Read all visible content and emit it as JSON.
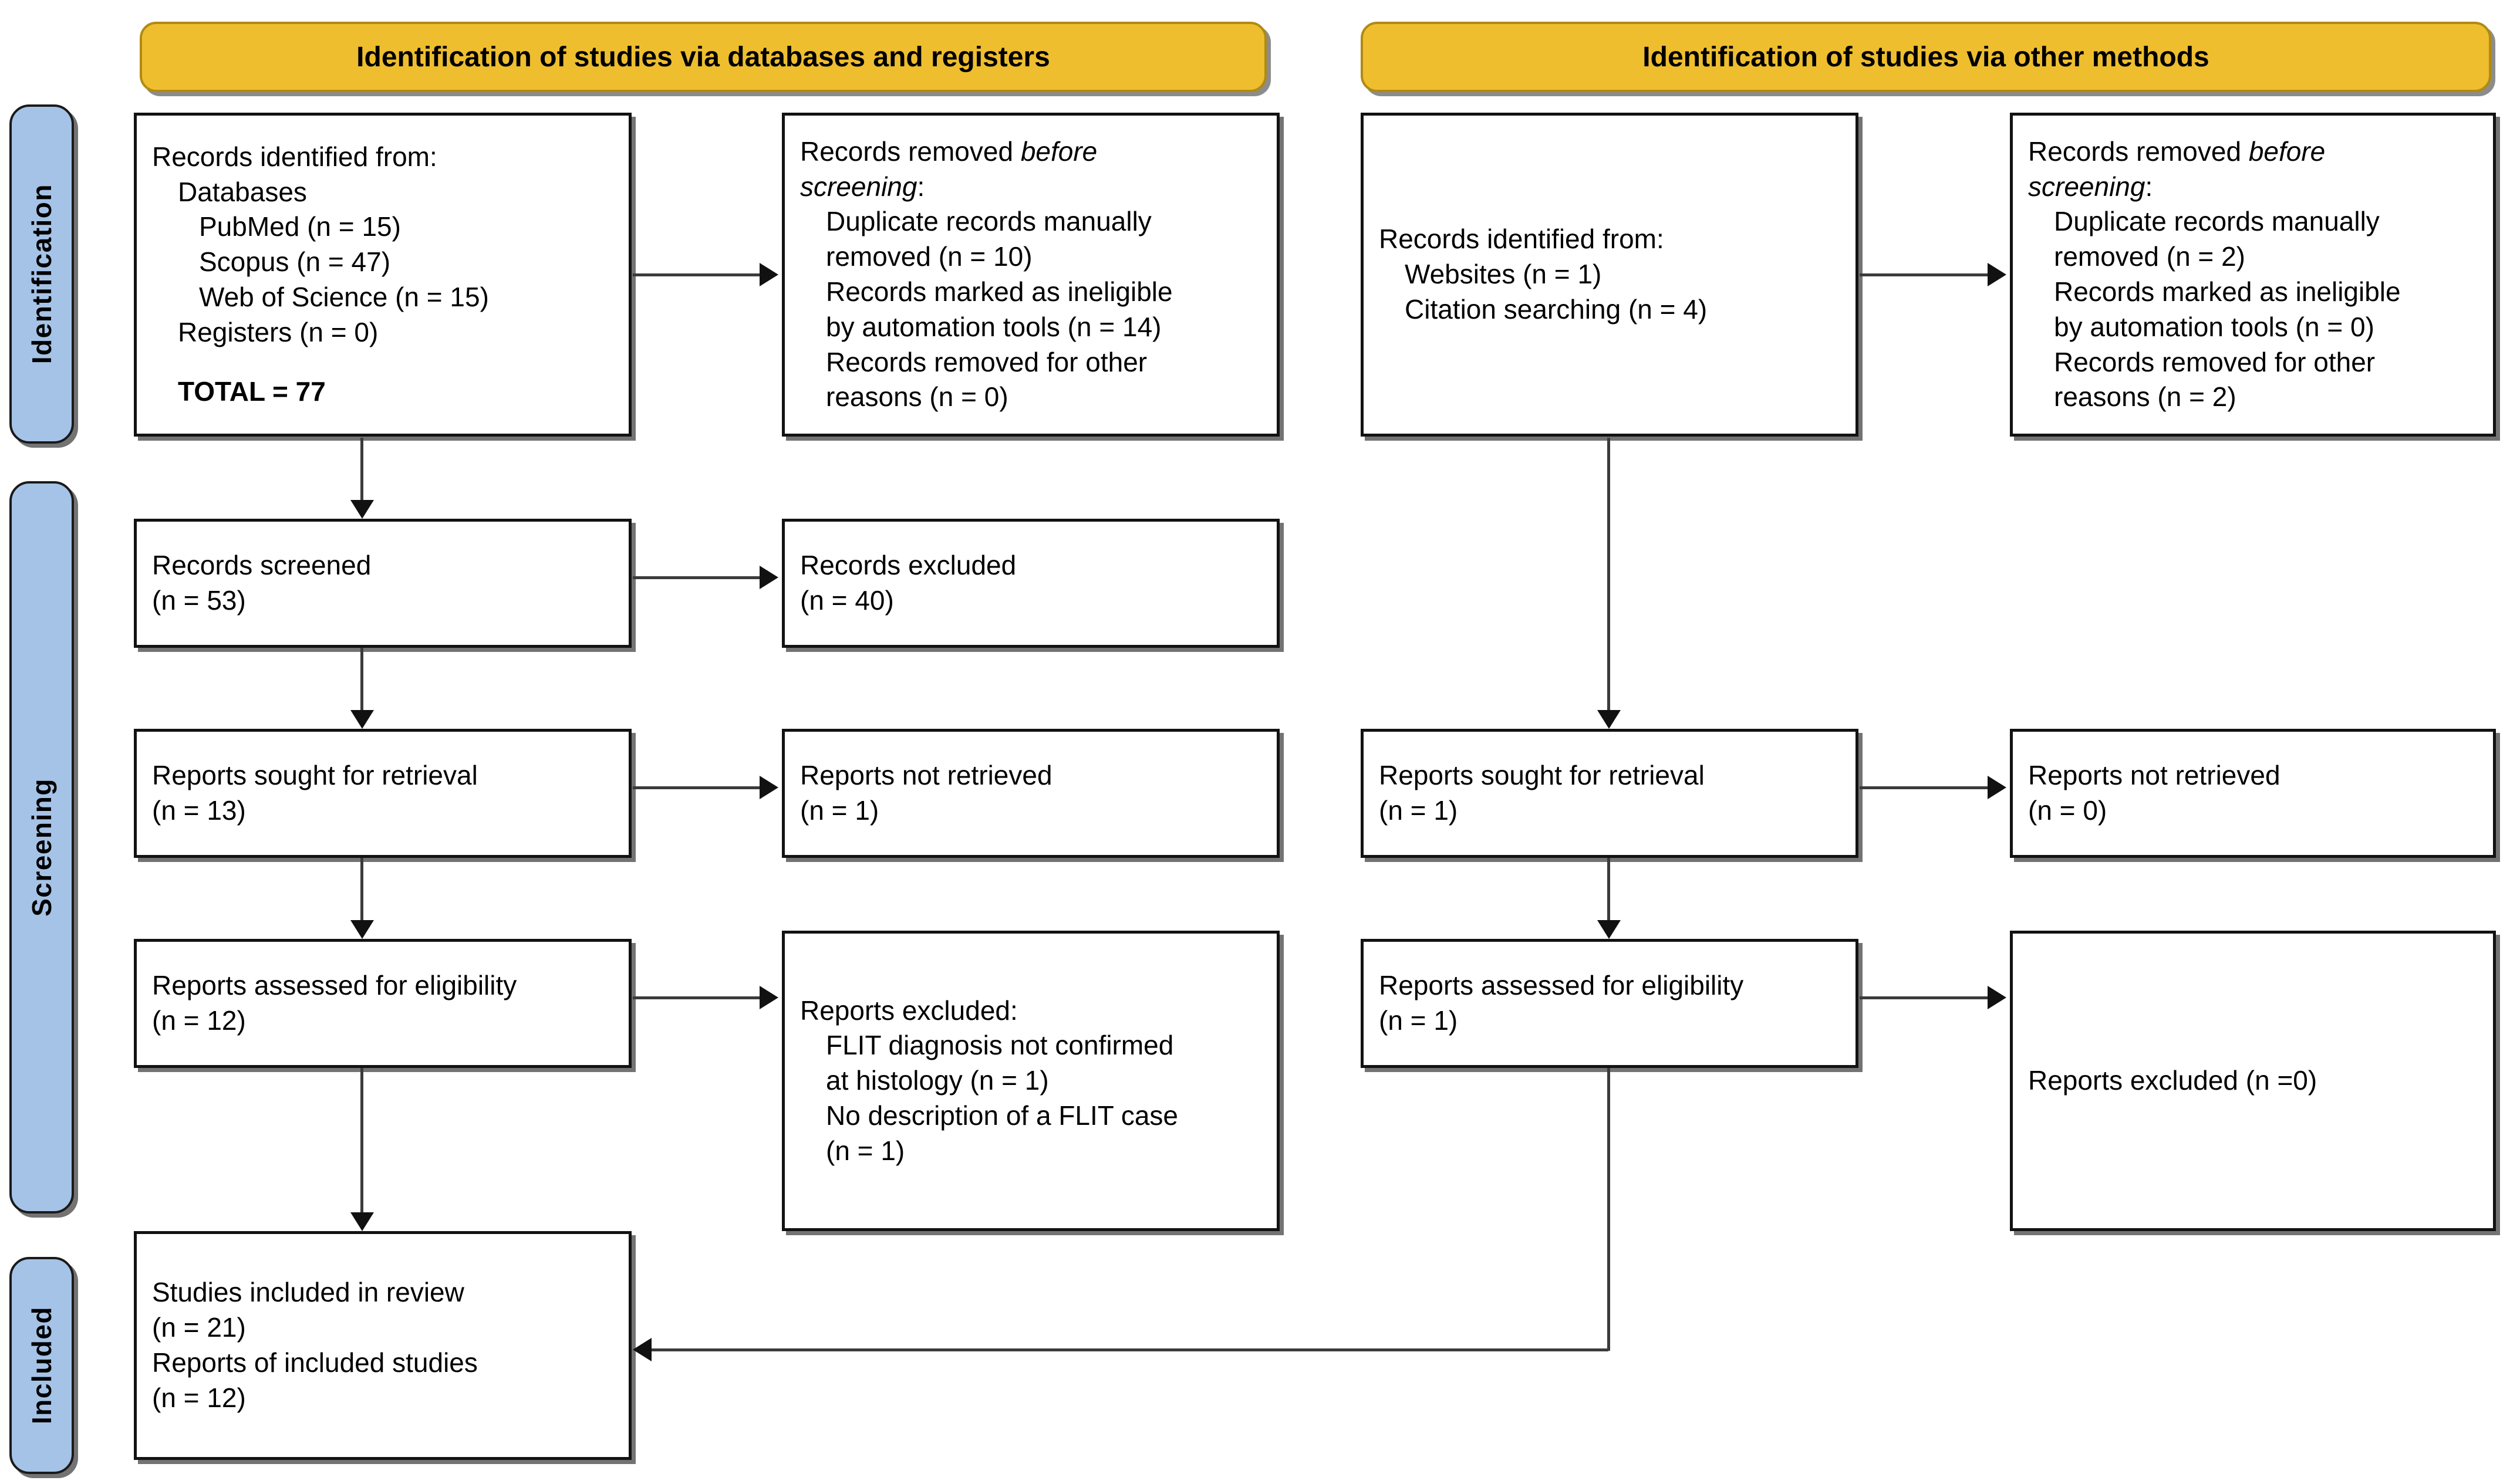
{
  "diagram": {
    "type": "PRISMA 2020 flow diagram",
    "accent_gold": "#EEBE2F",
    "accent_blue": "#A5C3E7",
    "border_color": "#121212"
  },
  "stages": [
    {
      "label": "Identification"
    },
    {
      "label": "Screening"
    },
    {
      "label": "Included"
    }
  ],
  "columns": [
    {
      "header": "Identification of studies via databases and registers"
    },
    {
      "header": "Identification of studies via other methods"
    }
  ],
  "boxes": {
    "db_identified": {
      "l1": "Records identified from:",
      "l2": "Databases",
      "l3": "PubMed (n = 15)",
      "l4": "Scopus (n = 47)",
      "l5": "Web of Science (n = 15)",
      "l6": "Registers (n = 0)",
      "l7": "TOTAL = 77"
    },
    "db_removed": {
      "l1a": "Records removed ",
      "l1b": "before",
      "l2a": "screening",
      "l2b": ":",
      "l3": "Duplicate records manually",
      "l4": "removed (n = 10)",
      "l5": "Records marked as ineligible",
      "l6": "by automation tools (n = 14)",
      "l7": "Records removed for other",
      "l8": "reasons (n = 0)"
    },
    "db_screened": {
      "l1": "Records screened",
      "l2": "(n = 53)"
    },
    "db_excluded": {
      "l1": "Records excluded",
      "l2": "(n = 40)"
    },
    "db_sought": {
      "l1": "Reports sought for retrieval",
      "l2": "(n = 13)"
    },
    "db_not_retrieved": {
      "l1": "Reports not retrieved",
      "l2": "(n = 1)"
    },
    "db_assessed": {
      "l1": "Reports assessed for eligibility",
      "l2": "(n = 12)"
    },
    "db_reports_excluded": {
      "l1": "Reports excluded:",
      "l2": "FLIT diagnosis not confirmed",
      "l3": "at histology (n = 1)",
      "l4": "No description of a FLIT case",
      "l5": "(n = 1)"
    },
    "other_identified": {
      "l1": "Records identified from:",
      "l2": "Websites (n = 1)",
      "l3": "Citation searching (n = 4)"
    },
    "other_removed": {
      "l1a": "Records removed ",
      "l1b": "before",
      "l2a": "screening",
      "l2b": ":",
      "l3": "Duplicate records manually",
      "l4": "removed (n = 2)",
      "l5": "Records marked as ineligible",
      "l6": "by automation tools (n = 0)",
      "l7": "Records removed for other",
      "l8": "reasons (n = 2)"
    },
    "other_sought": {
      "l1": "Reports sought for retrieval",
      "l2": "(n = 1)"
    },
    "other_not_retrieved": {
      "l1": "Reports not retrieved",
      "l2": "(n = 0)"
    },
    "other_assessed": {
      "l1": "Reports assessed for eligibility",
      "l2": "(n = 1)"
    },
    "other_reports_excluded": {
      "l1": "Reports excluded (n =0)"
    },
    "included": {
      "l1": "Studies included in review",
      "l2": "(n = 21)",
      "l3": "Reports of included studies",
      "l4": "(n = 12)"
    }
  }
}
